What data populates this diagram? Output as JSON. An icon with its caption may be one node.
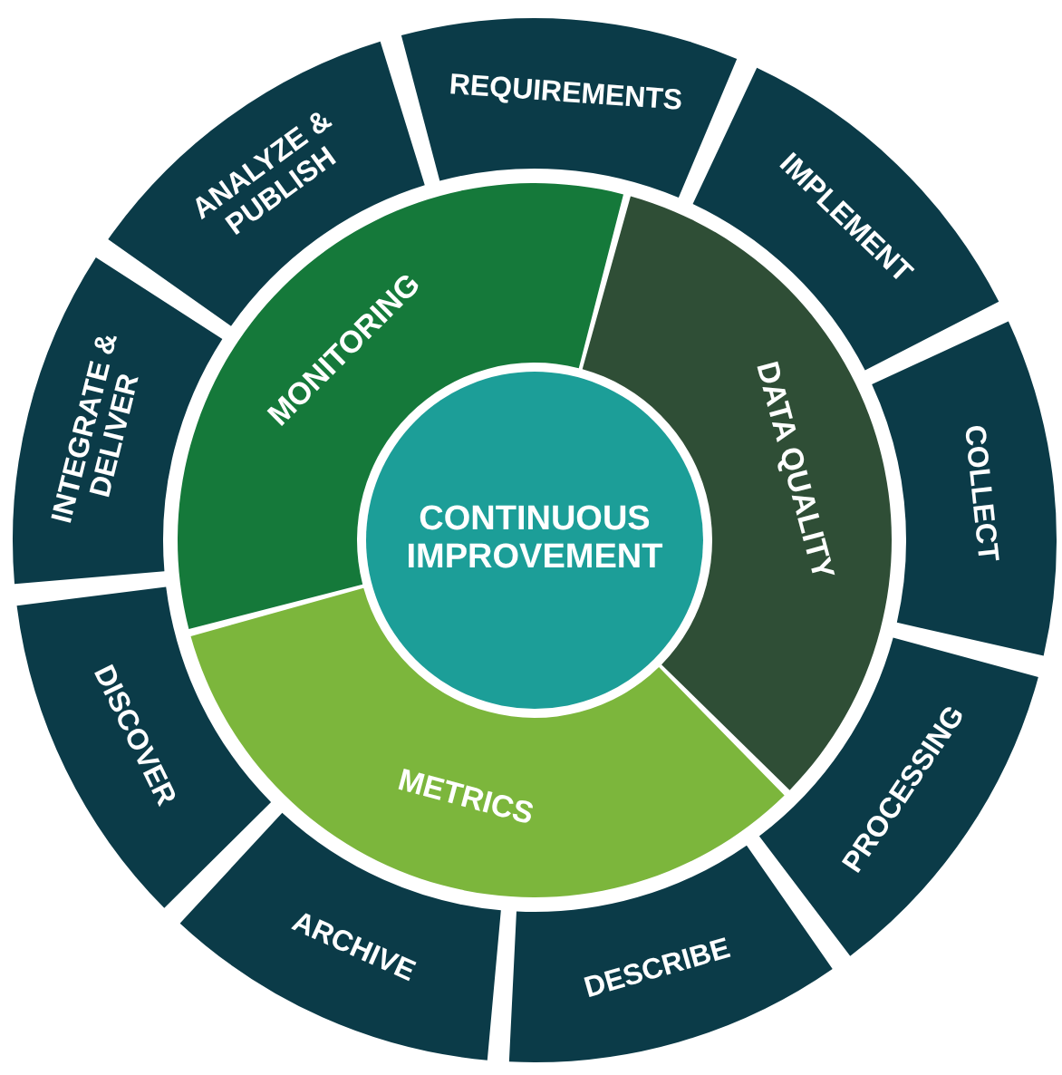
{
  "diagram": {
    "nodes": [
      {
        "text": [
          "CONTINUOUS IMPROVEMENT"
        ]
      },
      {
        "text": [
          "MONITORING"
        ]
      },
      {
        "text": [
          "DATA QUALITY"
        ]
      },
      {
        "text": [
          "METRICS"
        ]
      },
      {
        "text": [
          "REQUIREMENTS"
        ]
      },
      {
        "text": [
          "IMPLEMENT"
        ]
      },
      {
        "text": [
          "COLLECT"
        ]
      },
      {
        "text": [
          "PROCESSING"
        ]
      },
      {
        "text": [
          "DESCRIBE"
        ]
      },
      {
        "text": [
          "ARCHIVE"
        ]
      },
      {
        "text": [
          "DISCOVER"
        ]
      },
      {
        "text": [
          "INTEGRATE & DELIVER"
        ]
      },
      {
        "text": [
          "ANALYZE & PUBLISH"
        ]
      }
    ],
    "edges": []
  }
}
